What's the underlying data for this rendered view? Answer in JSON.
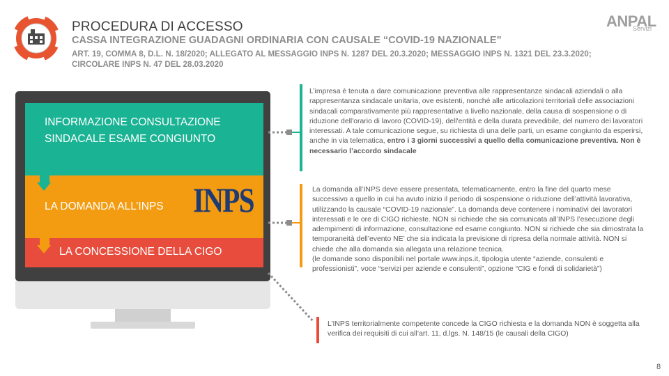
{
  "header": {
    "title": "PROCEDURA DI ACCESSO",
    "subtitle": "CASSA INTEGRAZIONE GUADAGNI ORDINARIA CON CAUSALE “COVID-19 NAZIONALE”",
    "references": "ART. 19, COMMA 8, D.L. N. 18/2020; ALLEGATO AL MESSAGGIO INPS N. 1287 DEL 20.3.2020; MESSAGGIO INPS N. 1321 DEL 23.3.2020; CIRCOLARE INPS N. 47 DEL 28.03.2020"
  },
  "logo": {
    "name": "ANPAL",
    "sub": "Servizi"
  },
  "monitor": {
    "step1": "INFORMAZIONE CONSULTAZIONE SINDACALE ESAME CONGIUNTO",
    "step2": "LA DOMANDA ALL’INPS",
    "step2_logo": "INPS",
    "step3": "LA CONCESSIONE DELLA CIGO"
  },
  "descriptions": {
    "d1": "L’impresa è tenuta a dare comunicazione preventiva alle rappresentanze sindacali aziendali o alla rappresentanza sindacale unitaria, ove esistenti, nonché alle articolazioni territoriali delle associazioni sindacali comparativamente più rappresentative a livello nazionale, della causa di sospensione o di riduzione dell'orario di lavoro (COVID-19), dell'entità e della durata prevedibile, del numero dei lavoratori interessati.  A tale comunicazione segue, su richiesta di una delle parti, un esame congiunto da esperirsi, anche in via telematica, ",
    "d1_bold": "entro i 3 giorni successivi a quello della comunicazione preventiva. Non è necessario l’accordo sindacale",
    "d2": "La domanda all’INPS deve essere presentata, telematicamente,  entro la fine del quarto mese successivo a quello in cui ha avuto inizio il periodo di sospensione o riduzione dell’attività lavorativa, utilizzando la causale “COVID-19 nazionale”. La domanda deve contenere i nominativi dei lavoratori interessati e le ore di CIGO richieste. NON si richiede che sia comunicata all’INPS l’esecuzione degli adempimenti di informazione, consultazione ed esame congiunto. NON si richiede che sia dimostrata la temporaneità dell’evento NE’ che sia indicata la previsione di ripresa della normale attività. NON si chiede che alla domanda sia allegata una relazione tecnica.",
    "d2_extra": "(le domande sono disponibili nel portale www.inps.it, tipologia utente “aziende, consulenti e professionisti”, voce “servizi per aziende e consulenti”, opzione “CIG e fondi di solidarietà”)",
    "d3": "L’INPS territorialmente  competente concede la CIGO richiesta e la domanda NON è soggetta alla verifica dei requisiti di cui all’art. 11, d.lgs. N. 148/15 (le causali della CIGO)"
  },
  "page_number": "8",
  "colors": {
    "green": "#1ab394",
    "orange": "#f39c12",
    "red": "#e74c3c",
    "monitor": "#404040",
    "lifebuoy": "#e8542f"
  },
  "icons": [
    "lifebuoy-icon",
    "anpal-logo",
    "inps-logo"
  ]
}
